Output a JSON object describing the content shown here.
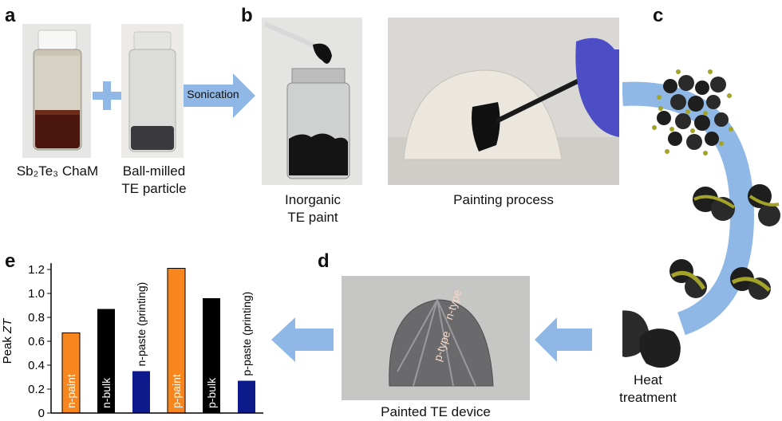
{
  "panels": {
    "a": {
      "label": "a",
      "left_vial_caption": "Sb₂Te₃ ChaM",
      "right_vial_caption_line1": "Ball-milled",
      "right_vial_caption_line2": "TE particle"
    },
    "arrow_label": "Sonication",
    "b": {
      "label": "b",
      "paint_caption_line1": "Inorganic",
      "paint_caption_line2": "TE paint",
      "painting_caption": "Painting process"
    },
    "c": {
      "label": "c",
      "heat_caption_line1": "Heat",
      "heat_caption_line2": "treatment"
    },
    "d": {
      "label": "d",
      "caption": "Painted TE device",
      "dome_text_1": "n-type",
      "dome_text_2": "p-type"
    },
    "e": {
      "label": "e"
    }
  },
  "colors": {
    "arrow": "#8fb8e6",
    "orange": "#f7861e",
    "black": "#000000",
    "navy": "#0c1a8c",
    "nanoparticle": "#a3a32a"
  },
  "chart_data": {
    "type": "bar",
    "ylabel": "Peak ZT",
    "ylim": [
      0,
      1.2
    ],
    "yticks": [
      "0",
      "0.2",
      "0.4",
      "0.6",
      "0.8",
      "1.0",
      "1.2"
    ],
    "bars": [
      {
        "label": "n-paint",
        "value": 0.67,
        "color": "#f7861e",
        "text_color": "#ffffff",
        "label_pos": "inside"
      },
      {
        "label": "n-bulk",
        "value": 0.87,
        "color": "#000000",
        "text_color": "#ffffff",
        "label_pos": "inside"
      },
      {
        "label": "n-paste (printing)",
        "value": 0.35,
        "color": "#0c1a8c",
        "text_color": "#000000",
        "label_pos": "above"
      },
      {
        "label": "p-paint",
        "value": 1.21,
        "color": "#f7861e",
        "text_color": "#ffffff",
        "label_pos": "inside"
      },
      {
        "label": "p-bulk",
        "value": 0.96,
        "color": "#000000",
        "text_color": "#ffffff",
        "label_pos": "inside"
      },
      {
        "label": "p-paste (printing)",
        "value": 0.27,
        "color": "#0c1a8c",
        "text_color": "#000000",
        "label_pos": "above"
      }
    ]
  }
}
